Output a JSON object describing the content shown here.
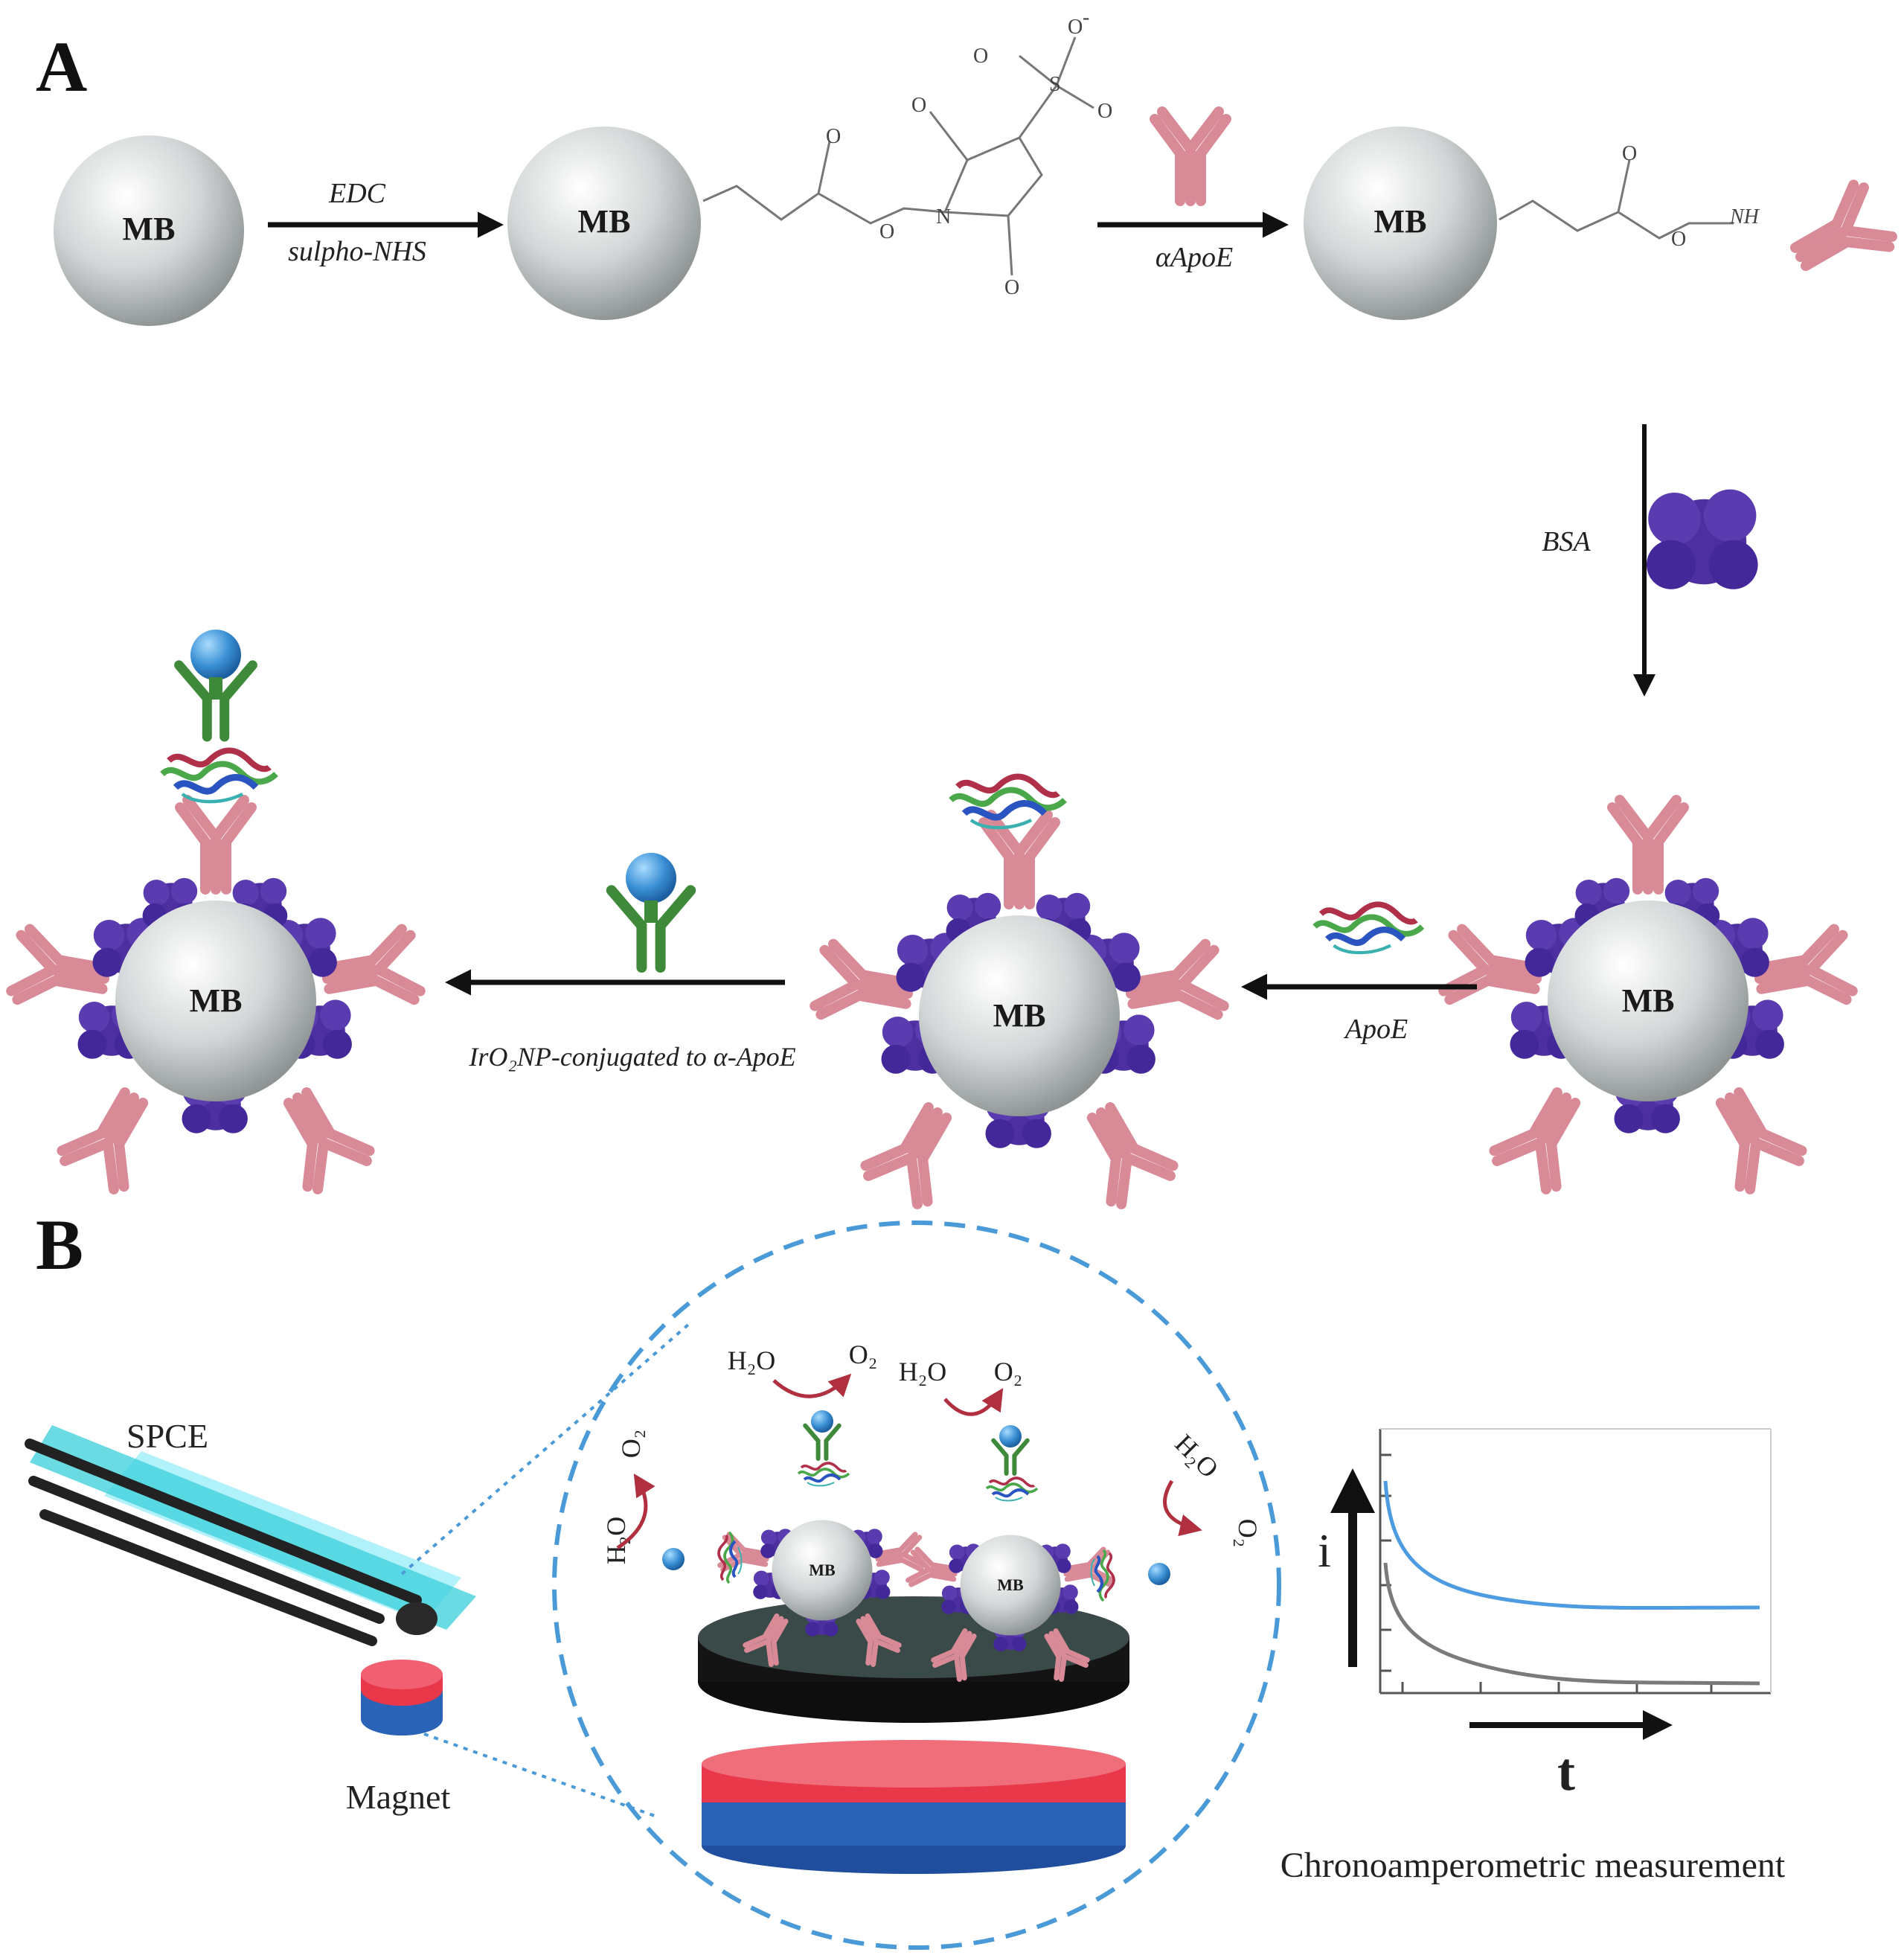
{
  "panels": {
    "a": "A",
    "b": "B"
  },
  "bead_label": "MB",
  "panel_a": {
    "step1": {
      "top": "EDC",
      "bottom": "sulpho-NHS"
    },
    "step2": "αApoE",
    "step3": "BSA",
    "step4": "ApoE",
    "step5": "IrO₂NP-conjugated to  α-ApoE",
    "chem_atoms": {
      "o": "O",
      "n": "N",
      "s": "S",
      "nh": "NH",
      "charge": "-"
    }
  },
  "panel_b": {
    "electrode_label": "SPCE",
    "magnet_label": "Magnet",
    "reactant": "H₂O",
    "product": "O₂",
    "graph_y": "i",
    "graph_x": "t",
    "graph_caption": "Chronoamperometric measurement"
  },
  "colors": {
    "antibody_capture": "#d98a97",
    "antibody_detection": "#3f8a3a",
    "bsa": "#4d2fa0",
    "iro2_np": "#3a8fd4",
    "magnet_top": "#e8384a",
    "magnet_bottom": "#2a62b8",
    "electrode_disc": "#141414",
    "dashed_circle": "#4a9ad8",
    "curve_blue": "#4d9be0",
    "curve_grey": "#7a7a7a"
  }
}
